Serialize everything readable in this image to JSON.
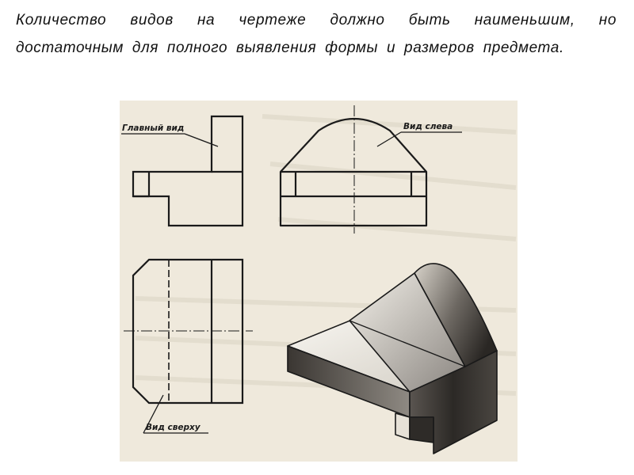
{
  "heading": "Количество видов на чертеже должно быть наименьшим, но достаточным для полного выявления формы и размеров предмета.",
  "labels": {
    "front_view": "Главный вид",
    "left_view": "Вид слева",
    "top_view": "Вид сверху"
  },
  "colors": {
    "paper": "#efe9dc",
    "ink": "#1a1a1a",
    "text": "#111111"
  }
}
